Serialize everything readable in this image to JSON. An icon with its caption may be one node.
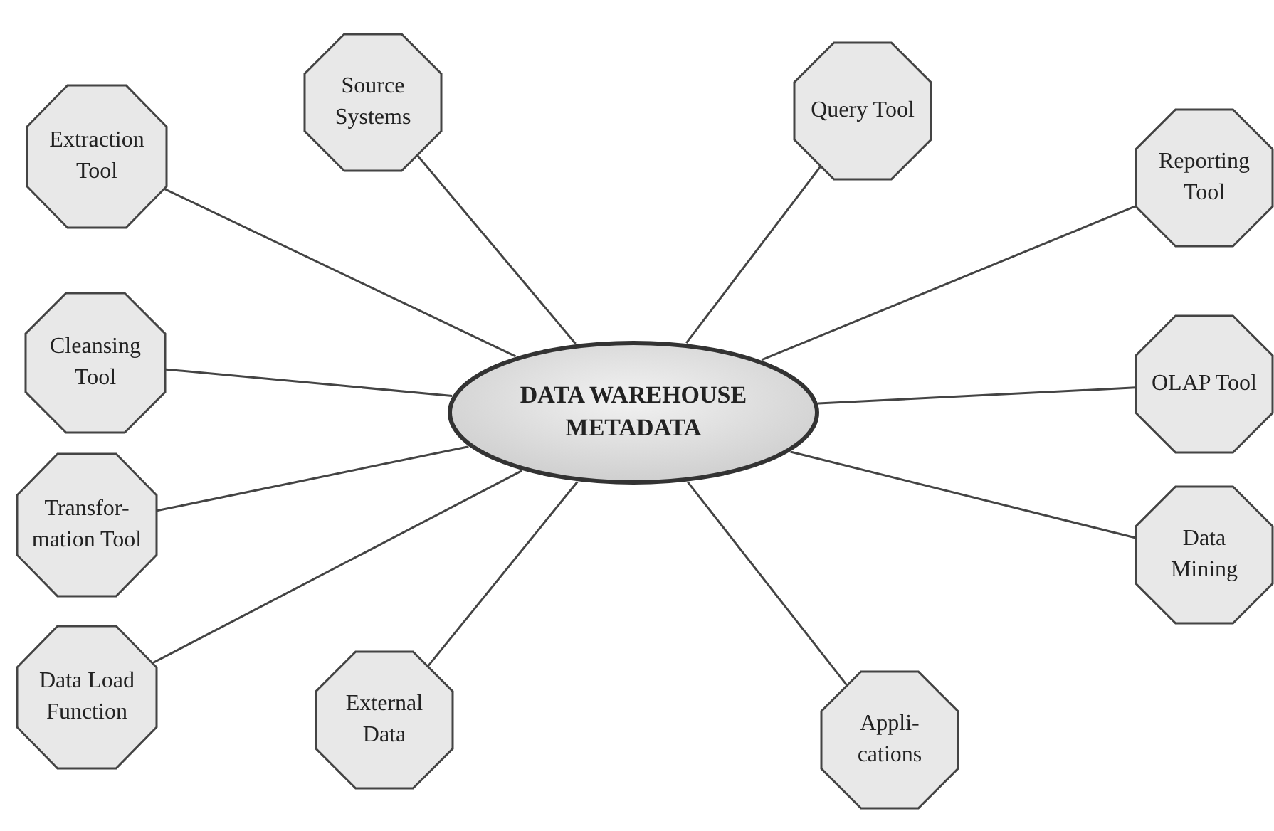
{
  "diagram": {
    "nodes": [
      {
        "text": [
          "Source Systems"
        ]
      },
      {
        "text": [
          "Query Tool"
        ]
      },
      {
        "text": [
          "Extraction Tool"
        ]
      },
      {
        "text": [
          "Reporting Tool"
        ]
      },
      {
        "text": [
          "Cleansing Tool"
        ]
      },
      {
        "text": [
          "DATA WAREHOUSE METADATA"
        ]
      },
      {
        "text": [
          "OLAP Tool"
        ]
      },
      {
        "text": [
          "Transfor- mation Tool"
        ]
      },
      {
        "text": [
          "Data Mining"
        ]
      },
      {
        "text": [
          "Data Load Function"
        ]
      },
      {
        "text": [
          "External Data"
        ]
      },
      {
        "text": [
          "Appli- cations"
        ]
      }
    ],
    "edges": [
      {
        "from": 5,
        "to": 0,
        "arrow": "none"
      },
      {
        "from": 5,
        "to": 1,
        "arrow": "none"
      },
      {
        "from": 5,
        "to": 2,
        "arrow": "none"
      },
      {
        "from": 5,
        "to": 3,
        "arrow": "none"
      },
      {
        "from": 5,
        "to": 4,
        "arrow": "none"
      },
      {
        "from": 5,
        "to": 6,
        "arrow": "none"
      },
      {
        "from": 5,
        "to": 7,
        "arrow": "none"
      },
      {
        "from": 5,
        "to": 8,
        "arrow": "none"
      },
      {
        "from": 5,
        "to": 9,
        "arrow": "none"
      },
      {
        "from": 5,
        "to": 10,
        "arrow": "none"
      },
      {
        "from": 5,
        "to": 11,
        "arrow": "none"
      }
    ]
  }
}
